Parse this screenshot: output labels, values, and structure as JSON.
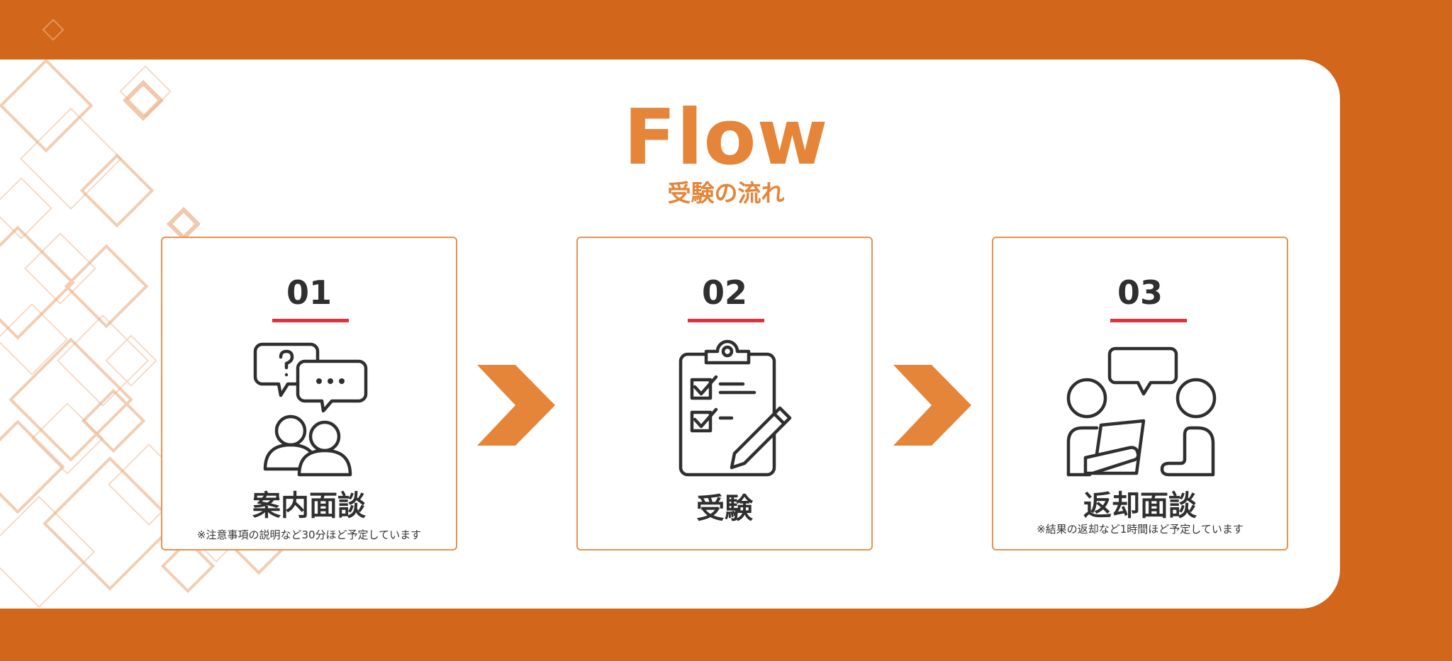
{
  "header": {
    "title": "Flow",
    "subtitle": "受験の流れ"
  },
  "steps": [
    {
      "number": "01",
      "label": "案内面談",
      "note": "※注意事項の説明など30分ほど予定しています",
      "icon": "chat-people-icon"
    },
    {
      "number": "02",
      "label": "受験",
      "note": "",
      "icon": "clipboard-checklist-icon"
    },
    {
      "number": "03",
      "label": "返却面談",
      "note": "※結果の返却など1時間ほど予定しています",
      "icon": "consultation-icon"
    }
  ],
  "colors": {
    "frame": "#D2661A",
    "accent": "#E5853A",
    "underline": "#E0303A",
    "text": "#2f2f2f"
  }
}
